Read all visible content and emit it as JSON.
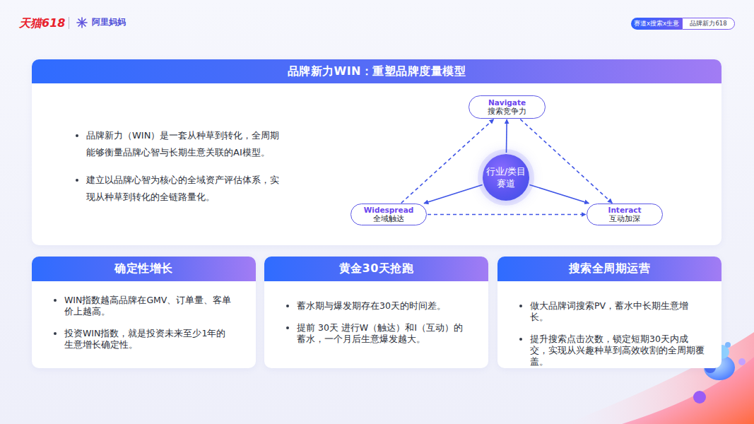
{
  "diagram": {
    "nodes": [
      {
        "text": [
          "赛道x搜索x生意"
        ]
      },
      {
        "text": [
          "品牌新力618"
        ]
      },
      {
        "text": [
          "品牌新力WIN：重塑品牌度量模型",
          "品牌新力（WIN）是一套从种草到转化，全周期能够衡量品牌心智与长期生意关联的AI模型。",
          "建立以品牌心智为核心的全域资产评估体系，实现从种草到转化的全链路量化。"
        ]
      },
      {
        "text": [
          "Navigate",
          "搜索竞争力"
        ],
        "in": 2
      },
      {
        "text": [
          "行业/类目 赛道"
        ],
        "in": 2
      },
      {
        "text": [
          "Widespread",
          "全域触达"
        ],
        "in": 2
      },
      {
        "text": [
          "Interact",
          "互动加深"
        ],
        "in": 2
      },
      {
        "text": [
          "确定性增长",
          "WIN指数越高品牌在GMV、订单量、客单价上越高。",
          "投资WIN指数，就是投资未来至少1年的生意增长确定性。"
        ]
      },
      {
        "text": [
          "黄金30天抢跑",
          "蓄水期与爆发期存在30天的时间差。",
          "提前 30天 进行W（触达）和I（互动）的蓄水，一个月后生意爆发越大。"
        ]
      },
      {
        "text": [
          "搜索全周期运营",
          "做大品牌词搜索PV，蓄水中长期生意增长。",
          "提升搜索点击次数，锁定短期30天内成交，实现从兴趣种草到高效收割的全周期覆盖。"
        ]
      }
    ],
    "edges": [
      {
        "from": 4,
        "to": 3,
        "arrow": "to"
      },
      {
        "from": 4,
        "to": 5,
        "arrow": "to"
      },
      {
        "from": 4,
        "to": 6,
        "arrow": "to"
      },
      {
        "from": 5,
        "to": 3,
        "arrow": "to"
      },
      {
        "from": 3,
        "to": 6,
        "arrow": "to"
      },
      {
        "from": 5,
        "to": 6,
        "arrow": "to"
      }
    ],
    "labels": [
      "天猫618",
      "阿里妈妈"
    ]
  }
}
